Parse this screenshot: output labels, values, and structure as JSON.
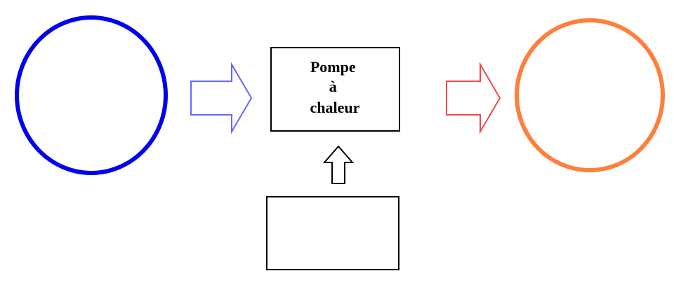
{
  "diagram": {
    "heat_pump_label": [
      "Pompe",
      "à",
      "chaleur"
    ],
    "colors": {
      "cold_source": "#0000ee",
      "cold_flow_arrow": "#6666ff",
      "hot_flow_arrow": "#f04848",
      "hot_sink": "#ff7f3a",
      "box_stroke": "#000000",
      "energy_arrow_stroke": "#000000"
    }
  }
}
